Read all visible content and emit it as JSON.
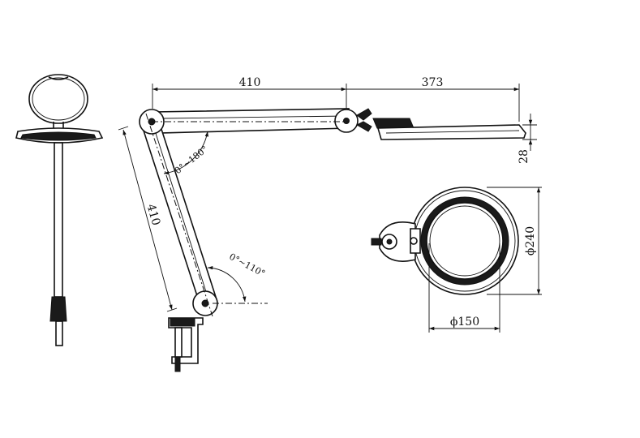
{
  "dimensions": {
    "upper_arm_length": "410",
    "head_reach": "373",
    "head_height": "28",
    "lower_arm_length": "410",
    "ring_outer_diameter": "ϕ240",
    "lens_diameter": "ϕ150"
  },
  "angles": {
    "upper_joint": "0°~180°",
    "lower_joint": "0°~110°"
  }
}
